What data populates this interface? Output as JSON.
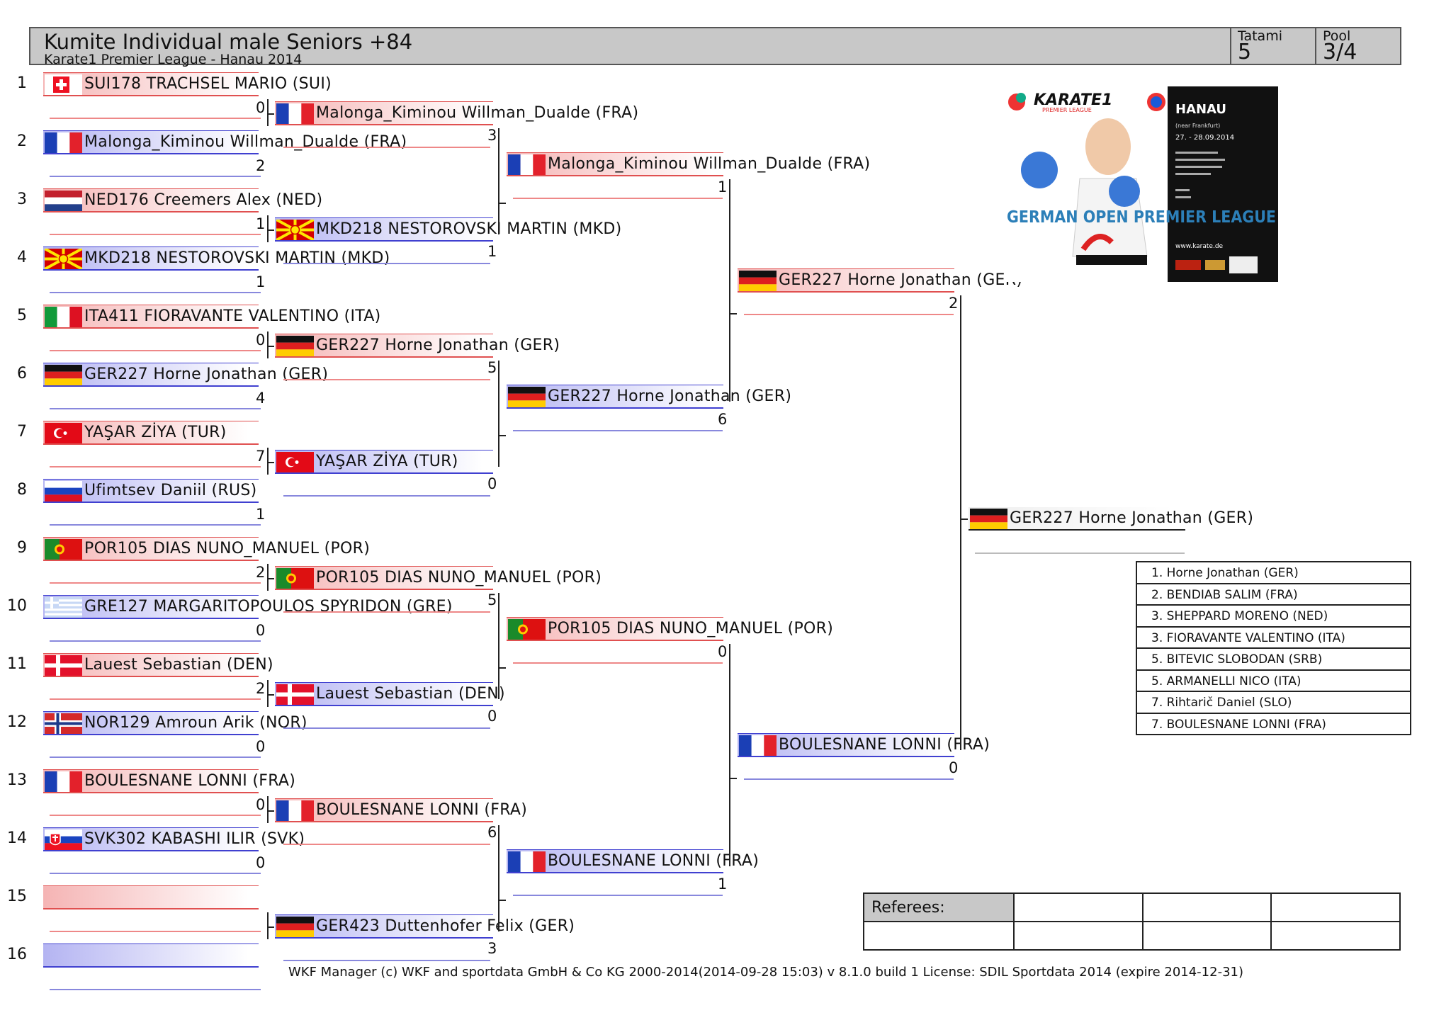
{
  "header": {
    "title": "Kumite Individual male Seniors +84",
    "subtitle": "Karate1 Premier League - Hanau 2014",
    "tatami_label": "Tatami",
    "tatami_value": "5",
    "pool_label": "Pool",
    "pool_value": "3/4"
  },
  "round1": [
    {
      "seed": "1",
      "name": "SUI178 TRACHSEL MARIO (SUI)",
      "flag": "SUI",
      "score": "0"
    },
    {
      "seed": "2",
      "name": "Malonga_Kiminou Willman_Dualde (FRA)",
      "flag": "FRA",
      "score": "2"
    },
    {
      "seed": "3",
      "name": "NED176 Creemers Alex (NED)",
      "flag": "NED",
      "score": "1"
    },
    {
      "seed": "4",
      "name": "MKD218 NESTOROVSKI MARTIN (MKD)",
      "flag": "MKD",
      "score": "1"
    },
    {
      "seed": "5",
      "name": "ITA411 FIORAVANTE VALENTINO (ITA)",
      "flag": "ITA",
      "score": "0"
    },
    {
      "seed": "6",
      "name": "GER227 Horne Jonathan (GER)",
      "flag": "GER",
      "score": "4"
    },
    {
      "seed": "7",
      "name": "YAŞAR ZİYA (TUR)",
      "flag": "TUR",
      "score": "7"
    },
    {
      "seed": "8",
      "name": "Ufimtsev Daniil (RUS)",
      "flag": "RUS",
      "score": "1"
    },
    {
      "seed": "9",
      "name": "POR105 DIAS NUNO_MANUEL (POR)",
      "flag": "POR",
      "score": "2"
    },
    {
      "seed": "10",
      "name": "GRE127 MARGARITOPOULOS SPYRIDON (GRE)",
      "flag": "GRE",
      "score": "0"
    },
    {
      "seed": "11",
      "name": "Lauest Sebastian (DEN)",
      "flag": "DEN",
      "score": "2"
    },
    {
      "seed": "12",
      "name": "NOR129 Amroun Arik (NOR)",
      "flag": "NOR",
      "score": "0"
    },
    {
      "seed": "13",
      "name": "BOULESNANE LONNI (FRA)",
      "flag": "FRA",
      "score": "0"
    },
    {
      "seed": "14",
      "name": "SVK302 KABASHI ILIR (SVK)",
      "flag": "SVK",
      "score": "0"
    },
    {
      "seed": "15",
      "name": "",
      "flag": "",
      "score": ""
    },
    {
      "seed": "16",
      "name": "",
      "flag": "",
      "score": ""
    }
  ],
  "round2": [
    {
      "name": "Malonga_Kiminou Willman_Dualde (FRA)",
      "flag": "FRA",
      "score": "3"
    },
    {
      "name": "MKD218 NESTOROVSKI MARTIN (MKD)",
      "flag": "MKD",
      "score": "1"
    },
    {
      "name": "GER227 Horne Jonathan (GER)",
      "flag": "GER",
      "score": "5"
    },
    {
      "name": "YAŞAR ZİYA (TUR)",
      "flag": "TUR",
      "score": "0"
    },
    {
      "name": "POR105 DIAS NUNO_MANUEL (POR)",
      "flag": "POR",
      "score": "5"
    },
    {
      "name": "Lauest Sebastian (DEN)",
      "flag": "DEN",
      "score": "0"
    },
    {
      "name": "BOULESNANE LONNI (FRA)",
      "flag": "FRA",
      "score": "6"
    },
    {
      "name": "GER423 Duttenhofer Felix (GER)",
      "flag": "GER",
      "score": "3"
    }
  ],
  "round3": [
    {
      "name": "Malonga_Kiminou Willman_Dualde (FRA)",
      "flag": "FRA",
      "score": "1"
    },
    {
      "name": "GER227 Horne Jonathan (GER)",
      "flag": "GER",
      "score": "6"
    },
    {
      "name": "POR105 DIAS NUNO_MANUEL (POR)",
      "flag": "POR",
      "score": "0"
    },
    {
      "name": "BOULESNANE LONNI (FRA)",
      "flag": "FRA",
      "score": "1"
    }
  ],
  "round4": [
    {
      "name": "GER227 Horne Jonathan (GER)",
      "flag": "GER",
      "score": "2"
    },
    {
      "name": "BOULESNANE LONNI (FRA)",
      "flag": "FRA",
      "score": "0"
    }
  ],
  "winner": {
    "name": "GER227 Horne Jonathan (GER)",
    "flag": "GER"
  },
  "results": [
    "1. Horne Jonathan (GER)",
    "2. BENDIAB SALIM (FRA)",
    "3. SHEPPARD MORENO (NED)",
    "3. FIORAVANTE VALENTINO (ITA)",
    "5. BITEVIC SLOBODAN (SRB)",
    "5. ARMANELLI NICO (ITA)",
    "7. Rihtarič Daniel (SLO)",
    "7. BOULESNANE LONNI (FRA)"
  ],
  "poster": {
    "brand": "KARATE1",
    "brand_sub": "PREMIER LEAGUE",
    "city": "HANAU",
    "city_sub": "(near Frankfurt)",
    "dates": "27. - 28.09.2014",
    "banner": "GERMAN OPEN PREMIER LEAGUE",
    "web": "www.karate.de"
  },
  "referees": {
    "label": "Referees:"
  },
  "footer": "WKF Manager (c) WKF and sportdata GmbH & Co KG 2000-2014(2014-09-28 15:03) v 8.1.0 build 1 License: SDIL Sportdata 2014 (expire 2014-12-31)",
  "colors": {
    "red_slot": "#f5b4b4",
    "blue_slot": "#b4b4f2",
    "red_line": "#e05050",
    "blue_line": "#4040d0",
    "header_bg": "#c8c8c8"
  }
}
